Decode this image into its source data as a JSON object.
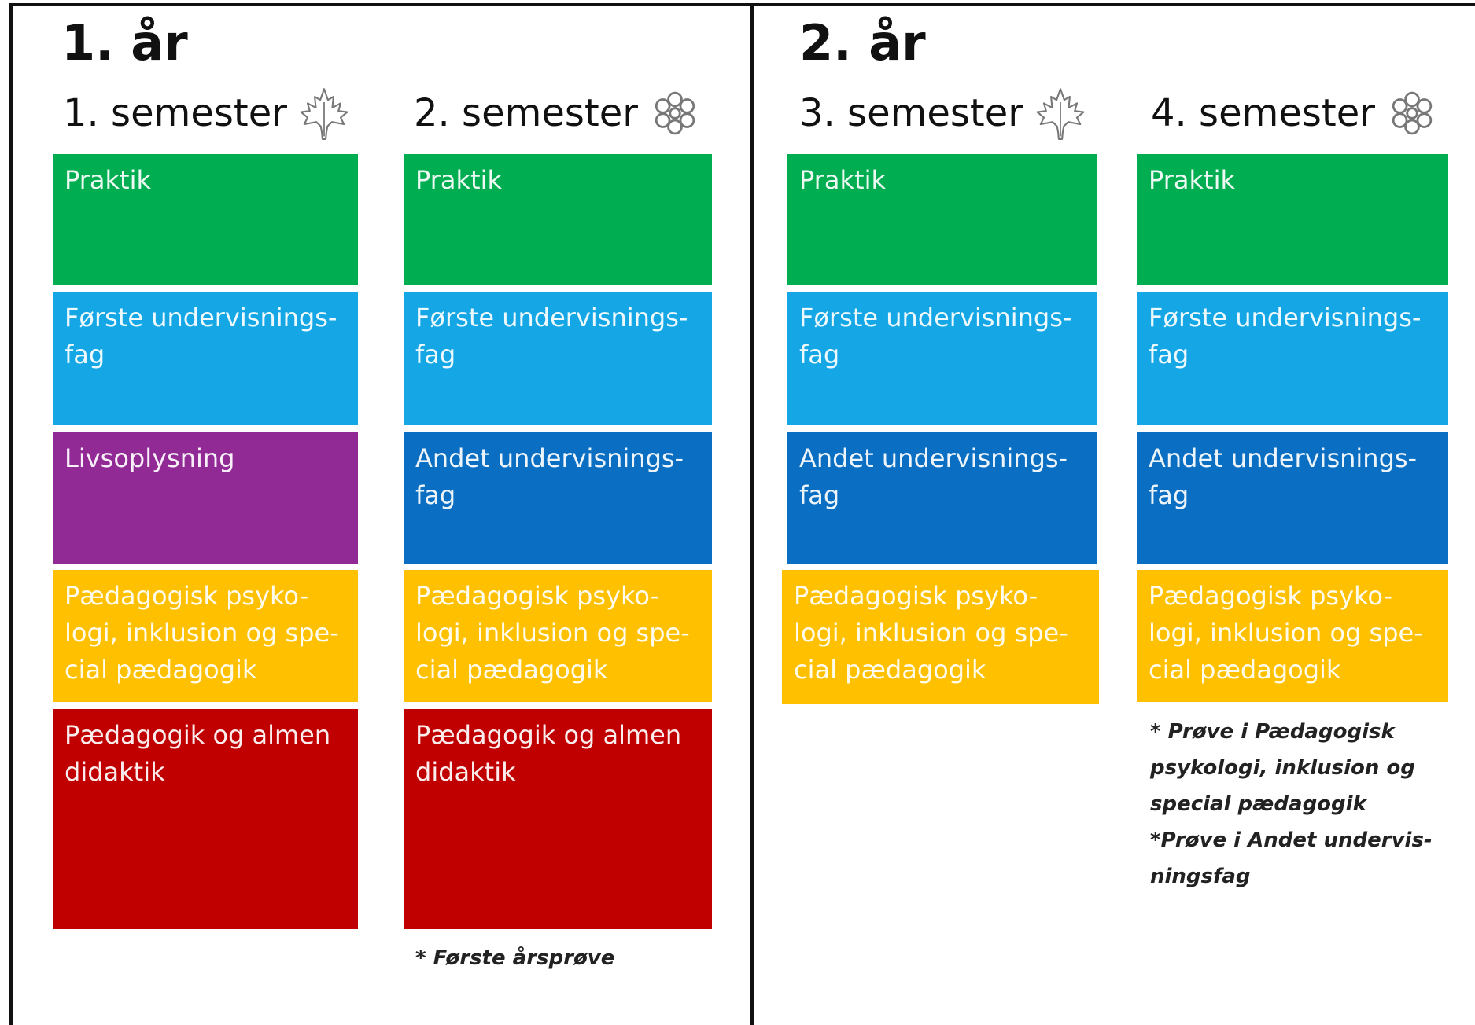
{
  "colors": {
    "praktik": "#00ad50",
    "foerste": "#15a7e5",
    "andet": "#0a6fc2",
    "livsoplysning": "#922a96",
    "paed_psyk": "#ffc000",
    "paed_almen": "#c00000"
  },
  "years": [
    {
      "title": "1. år"
    },
    {
      "title": "2. år"
    }
  ],
  "semesters": [
    {
      "title": "1. semester",
      "icon": "maple-leaf-icon",
      "blocks": [
        {
          "label": "Praktik",
          "color_key": "praktik"
        },
        {
          "label": "Første undervisnings-\nfag",
          "color_key": "foerste"
        },
        {
          "label": "Livsoplysning",
          "color_key": "livsoplysning"
        },
        {
          "label": "Pædagogisk psyko-\nlogi, inklusion og spe-\ncial pædagogik",
          "color_key": "paed_psyk"
        },
        {
          "label": "Pædagogik og almen\ndidaktik",
          "color_key": "paed_almen"
        }
      ]
    },
    {
      "title": "2. semester",
      "icon": "snowflake-icon",
      "blocks": [
        {
          "label": "Praktik",
          "color_key": "praktik"
        },
        {
          "label": "Første undervisnings-\nfag",
          "color_key": "foerste"
        },
        {
          "label": "Andet undervisnings-\nfag",
          "color_key": "andet"
        },
        {
          "label": "Pædagogisk psyko-\nlogi, inklusion og spe-\ncial pædagogik",
          "color_key": "paed_psyk"
        },
        {
          "label": "Pædagogik og almen\ndidaktik",
          "color_key": "paed_almen"
        }
      ],
      "note": "* Første årsprøve"
    },
    {
      "title": "3. semester",
      "icon": "maple-leaf-icon",
      "blocks": [
        {
          "label": "Praktik",
          "color_key": "praktik"
        },
        {
          "label": "Første undervisnings-\nfag",
          "color_key": "foerste"
        },
        {
          "label": "Andet undervisnings-\nfag",
          "color_key": "andet"
        },
        {
          "label": "Pædagogisk psyko-\nlogi, inklusion og spe-\ncial pædagogik",
          "color_key": "paed_psyk"
        }
      ]
    },
    {
      "title": "4. semester",
      "icon": "snowflake-icon",
      "blocks": [
        {
          "label": "Praktik",
          "color_key": "praktik"
        },
        {
          "label": "Første undervisnings-\nfag",
          "color_key": "foerste"
        },
        {
          "label": "Andet undervisnings-\nfag",
          "color_key": "andet"
        },
        {
          "label": "Pædagogisk psyko-\nlogi, inklusion og spe-\ncial pædagogik",
          "color_key": "paed_psyk"
        }
      ],
      "note": "* Prøve i Pædagogisk\npsykologi, inklusion og\nspecial pædagogik\n*Prøve i Andet undervis-\nningsfag"
    }
  ]
}
